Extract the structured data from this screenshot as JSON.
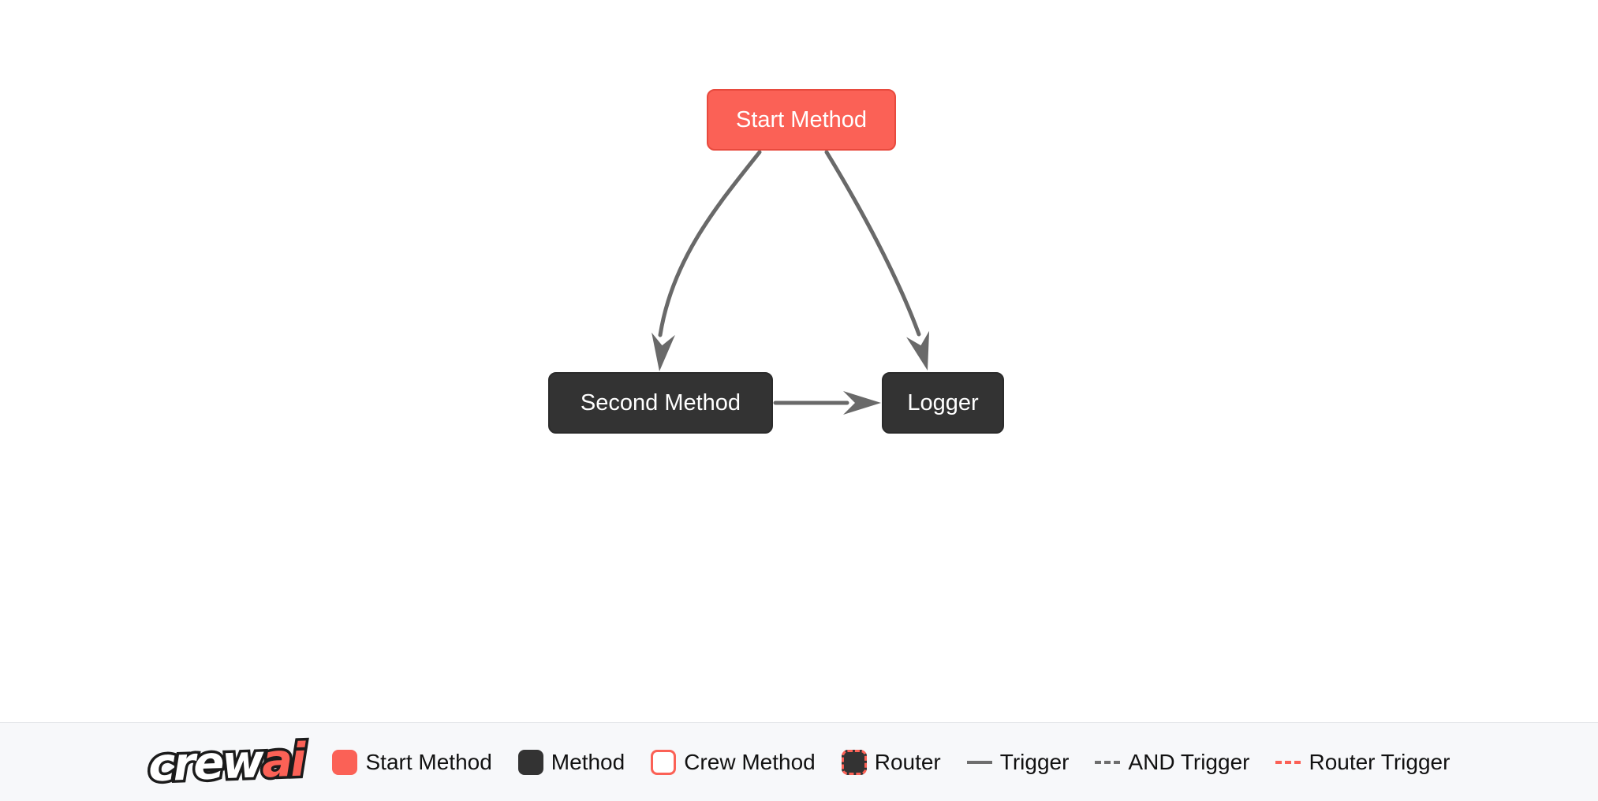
{
  "diagram": {
    "nodes": [
      {
        "id": "start_method",
        "label": "Start Method",
        "type": "start"
      },
      {
        "id": "second_method",
        "label": "Second Method",
        "type": "method"
      },
      {
        "id": "logger",
        "label": "Logger",
        "type": "method"
      }
    ],
    "edges": [
      {
        "from": "start_method",
        "to": "second_method",
        "type": "trigger"
      },
      {
        "from": "start_method",
        "to": "logger",
        "type": "trigger"
      },
      {
        "from": "second_method",
        "to": "logger",
        "type": "trigger"
      }
    ]
  },
  "brand": {
    "part1": "crew",
    "part2": "ai"
  },
  "legend": {
    "items": [
      {
        "label": "Start Method",
        "swatch": "start-square"
      },
      {
        "label": "Method",
        "swatch": "method-square"
      },
      {
        "label": "Crew Method",
        "swatch": "crew-square"
      },
      {
        "label": "Router",
        "swatch": "router-square"
      },
      {
        "label": "Trigger",
        "swatch": "solid-gray-line"
      },
      {
        "label": "AND Trigger",
        "swatch": "dashed-gray-line"
      },
      {
        "label": "Router Trigger",
        "swatch": "dashed-red-line"
      }
    ]
  },
  "colors": {
    "start_fill": "#FB6156",
    "start_border": "#E84A3E",
    "method_fill": "#333333",
    "edge": "#696969",
    "legend_line_gray": "#6E6E6E",
    "accent_red": "#FB6156",
    "footer_bg": "#F7F8FA",
    "footer_border": "#E4E6EA",
    "text_dark": "#111111"
  }
}
